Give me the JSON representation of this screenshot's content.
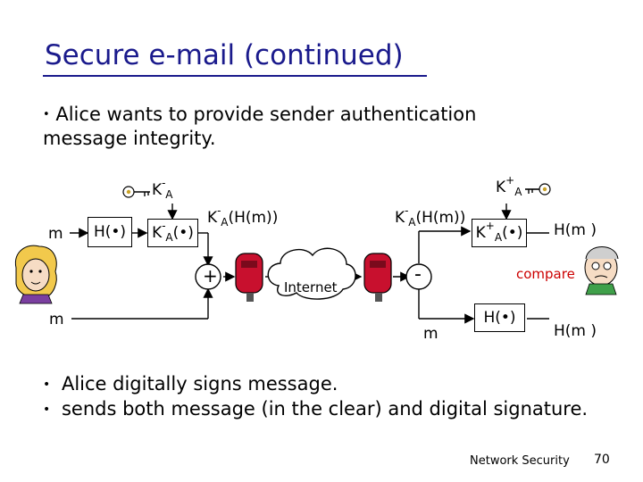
{
  "slide": {
    "title": "Secure e-mail (continued)",
    "intro_line1": "Alice wants to provide sender authentication",
    "intro_line2": "message integrity.",
    "bullet_char": "•"
  },
  "diagram": {
    "m_left": "m",
    "m_bottom_left": "m",
    "m_bottom_right": "m",
    "hash_fn": "H(•)",
    "hash_fn_right": "H(•)",
    "priv_key_base": "K",
    "priv_key_sup": "-",
    "priv_key_sub": "A",
    "pub_key_base": "K",
    "pub_key_sup": "+",
    "pub_key_sub": "A",
    "sign_box_arg": "(•)",
    "verify_box_arg": "(•)",
    "signed_hash_left_arg": "(H(m))",
    "signed_hash_right_arg": "(H(m))",
    "plus_sign": "+",
    "minus_sign": "-",
    "internet": "Internet",
    "compare": "compare",
    "hm_top": "H(m )",
    "hm_bottom": "H(m )"
  },
  "bullets": [
    "Alice digitally signs message.",
    "sends both message (in the clear) and digital signature."
  ],
  "footer": {
    "label": "Network Security",
    "page": "70"
  },
  "colors": {
    "title": "#1a1a8c",
    "compare": "#cc0000",
    "mailbox": "#c8102e",
    "key": "#c9a227"
  }
}
